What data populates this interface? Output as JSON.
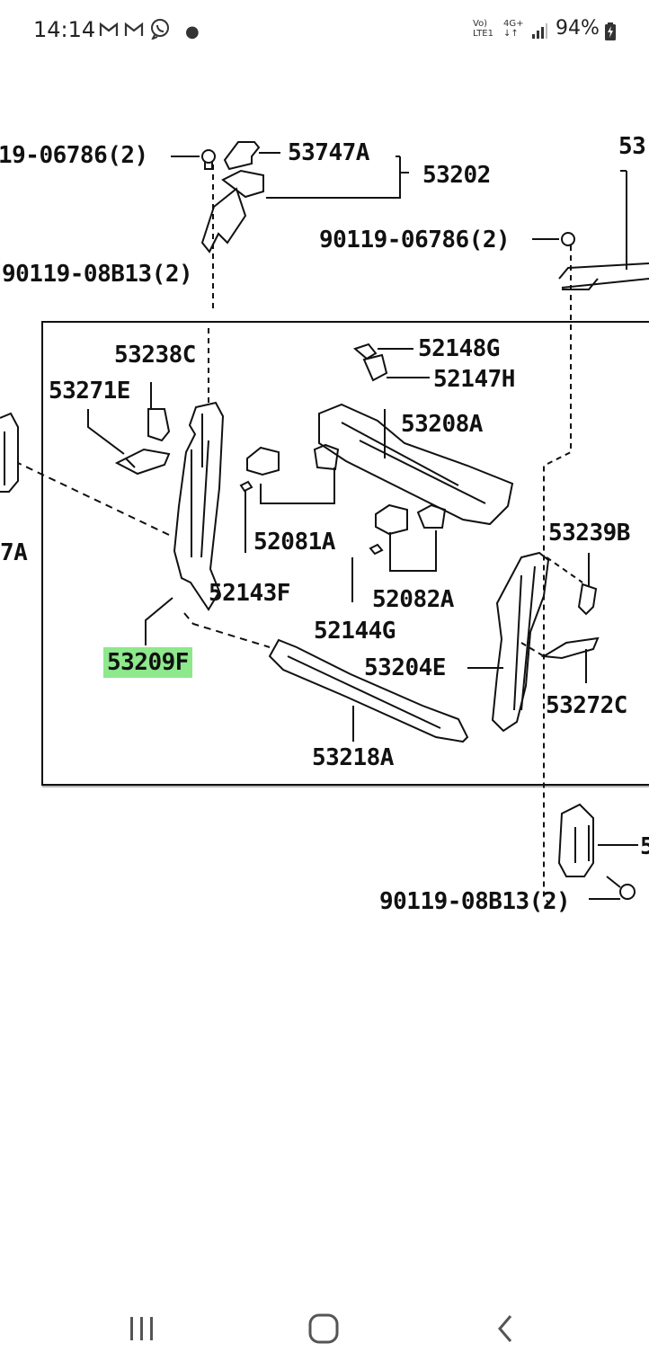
{
  "status_bar": {
    "time": "14:14",
    "notification_icons": [
      "gmail-icon",
      "gmail-icon",
      "viber-icon"
    ],
    "network_top": "Vo)",
    "network_bottom": "LTE1",
    "network2_top": "4G+",
    "network2_bottom": "↓↑",
    "battery": "94%"
  },
  "diagram": {
    "labels": [
      {
        "id": "l1",
        "text": "19-06786(2)"
      },
      {
        "id": "l2",
        "text": "53747A"
      },
      {
        "id": "l3",
        "text": "53202"
      },
      {
        "id": "l4",
        "text": "53"
      },
      {
        "id": "l5",
        "text": "90119-06786(2)"
      },
      {
        "id": "l6",
        "text": "90119-08B13(2)"
      },
      {
        "id": "l7",
        "text": "53238C"
      },
      {
        "id": "l8",
        "text": "52148G"
      },
      {
        "id": "l9",
        "text": "52147H"
      },
      {
        "id": "l10",
        "text": "53271E"
      },
      {
        "id": "l11",
        "text": "53208A"
      },
      {
        "id": "l12",
        "text": "53239B"
      },
      {
        "id": "l13",
        "text": "52081A"
      },
      {
        "id": "l14",
        "text": "7A"
      },
      {
        "id": "l15",
        "text": "52143F"
      },
      {
        "id": "l16",
        "text": "52082A"
      },
      {
        "id": "l17",
        "text": "52144G"
      },
      {
        "id": "l18",
        "text": "53209F"
      },
      {
        "id": "l19",
        "text": "53204E"
      },
      {
        "id": "l20",
        "text": "53272C"
      },
      {
        "id": "l21",
        "text": "53218A"
      },
      {
        "id": "l22",
        "text": "5"
      },
      {
        "id": "l23",
        "text": "90119-08B13(2)"
      }
    ],
    "highlight_color": "#8ee88c"
  },
  "nav_bar": {
    "buttons": [
      "recent-apps-icon",
      "home-icon",
      "back-icon"
    ]
  }
}
